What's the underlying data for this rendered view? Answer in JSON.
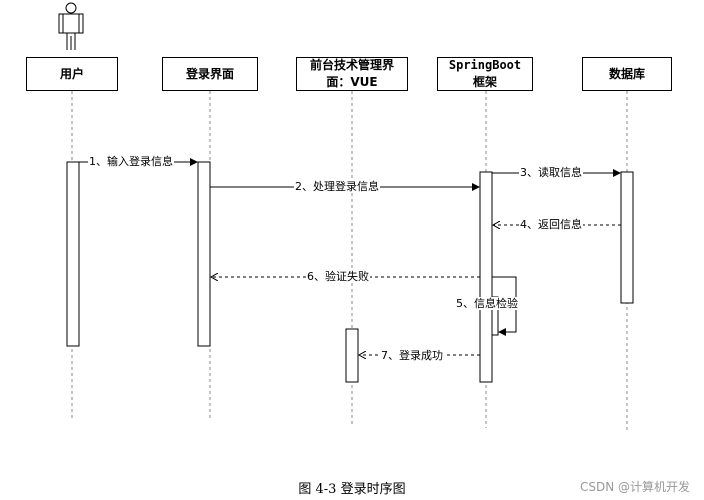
{
  "participants": [
    {
      "id": "user",
      "lines": [
        "用户"
      ]
    },
    {
      "id": "login_ui",
      "lines": [
        "登录界面"
      ]
    },
    {
      "id": "frontend",
      "lines": [
        "前台技术管理界",
        "面：VUE"
      ]
    },
    {
      "id": "springboot",
      "lines": [
        "SpringBoot",
        "框架"
      ]
    },
    {
      "id": "database",
      "lines": [
        "数据库"
      ]
    }
  ],
  "messages": [
    {
      "id": "m1",
      "text": "1、输入登录信息",
      "from": "user",
      "to": "login_ui",
      "style": "solid"
    },
    {
      "id": "m2",
      "text": "2、处理登录信息",
      "from": "login_ui",
      "to": "springboot",
      "style": "solid"
    },
    {
      "id": "m3",
      "text": "3、读取信息",
      "from": "springboot",
      "to": "database",
      "style": "solid"
    },
    {
      "id": "m4",
      "text": "4、返回信息",
      "from": "database",
      "to": "springboot",
      "style": "dashed"
    },
    {
      "id": "m5",
      "text": "5、信息检验",
      "from": "springboot",
      "to": "springboot",
      "style": "self"
    },
    {
      "id": "m6",
      "text": "6、验证失败",
      "from": "springboot",
      "to": "login_ui",
      "style": "dashed"
    },
    {
      "id": "m7",
      "text": "7、登录成功",
      "from": "springboot",
      "to": "frontend",
      "style": "dashed"
    }
  ],
  "caption": "图 4-3 登录时序图",
  "watermark": "CSDN @计算机开发"
}
